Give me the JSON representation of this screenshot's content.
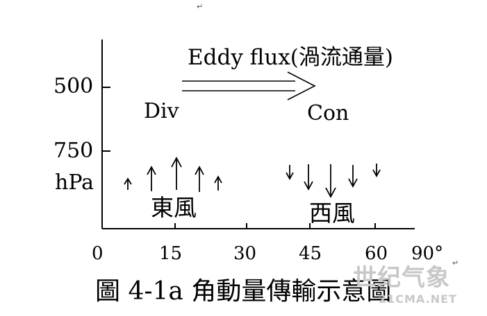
{
  "diagram": {
    "y_axis": {
      "ticks": [
        {
          "label": "500"
        },
        {
          "label": "750"
        }
      ],
      "unit": "hPa"
    },
    "x_axis": {
      "ticks": [
        "0",
        "15",
        "30",
        "45",
        "60",
        "90°"
      ]
    },
    "flux_label": "Eddy flux(渦流通量)",
    "div_label": "Div",
    "con_label": "Con",
    "easterly_label": "東風",
    "westerly_label": "西風"
  },
  "caption": "圖 4-1a 角動量傳輸示意圖",
  "return_marks": [
    "↵",
    "↵"
  ],
  "watermark": {
    "cn": "世纪气象",
    "url": "21CMA.NET"
  },
  "colors": {
    "ink": "#000000",
    "watermark": "#c8c8c8"
  }
}
